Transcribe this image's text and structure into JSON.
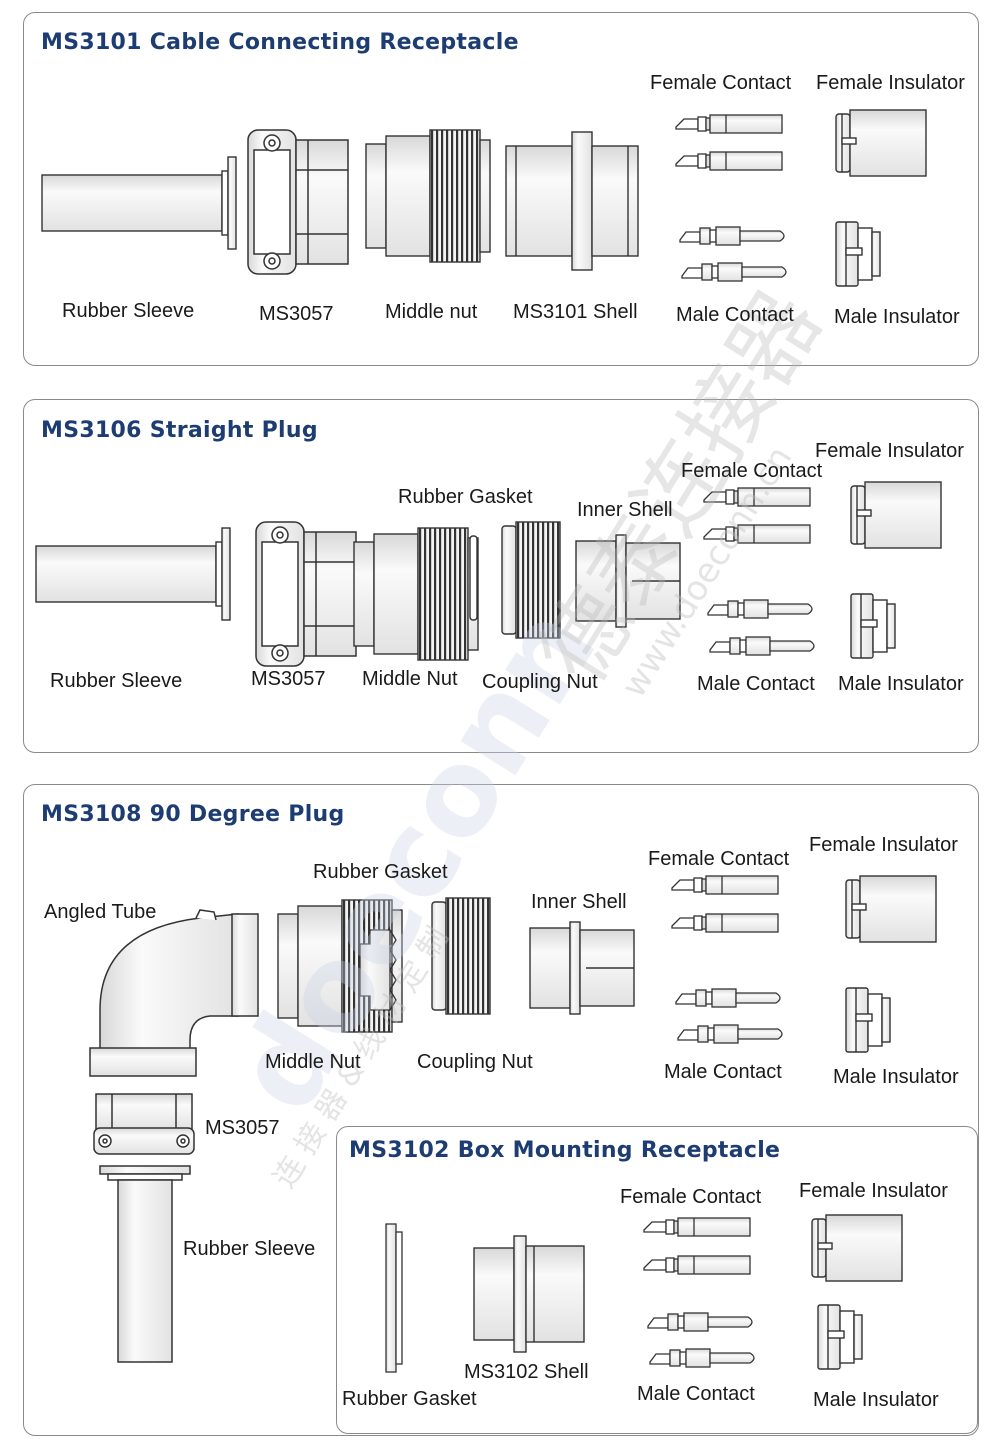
{
  "colors": {
    "title": "#1d3d72",
    "border": "#8a8a8a",
    "line": "#333333",
    "watermark": "#c9d3e6"
  },
  "panels": {
    "ms3101": {
      "title": "MS3101 Cable Connecting Receptacle",
      "labels": {
        "female_contact": "Female Contact",
        "female_insulator": "Female Insulator",
        "rubber_sleeve": "Rubber Sleeve",
        "ms3057": "MS3057",
        "middle_nut": "Middle nut",
        "shell": "MS3101 Shell",
        "male_contact": "Male Contact",
        "male_insulator": "Male Insulator"
      }
    },
    "ms3106": {
      "title": "MS3106 Straight Plug",
      "labels": {
        "female_insulator": "Female Insulator",
        "female_contact": "Female Contact",
        "rubber_gasket": "Rubber Gasket",
        "inner_shell": "Inner Shell",
        "rubber_sleeve": "Rubber Sleeve",
        "ms3057": "MS3057",
        "middle_nut": "Middle Nut",
        "coupling_nut": "Coupling Nut",
        "male_contact": "Male Contact",
        "male_insulator": "Male Insulator"
      }
    },
    "ms3108": {
      "title": "MS3108 90 Degree Plug",
      "labels": {
        "female_insulator": "Female Insulator",
        "rubber_gasket": "Rubber Gasket",
        "female_contact": "Female Contact",
        "angled_tube": "Angled Tube",
        "inner_shell": "Inner Shell",
        "middle_nut": "Middle Nut",
        "coupling_nut": "Coupling Nut",
        "male_contact": "Male Contact",
        "male_insulator": "Male Insulator",
        "ms3057": "MS3057",
        "rubber_sleeve": "Rubber Sleeve"
      }
    },
    "ms3102": {
      "title": "MS3102 Box Mounting Receptacle",
      "labels": {
        "female_contact": "Female Contact",
        "female_insulator": "Female Insulator",
        "shell": "MS3102 Shell",
        "rubber_gasket": "Rubber Gasket",
        "male_contact": "Male Contact",
        "male_insulator": "Male Insulator"
      }
    }
  },
  "watermark": {
    "logo": "doeconn",
    "cn_brand": "德泰连接器",
    "url": "www.doeconn.cn",
    "slogan": "连 接 器 & 线 材 定 制"
  }
}
